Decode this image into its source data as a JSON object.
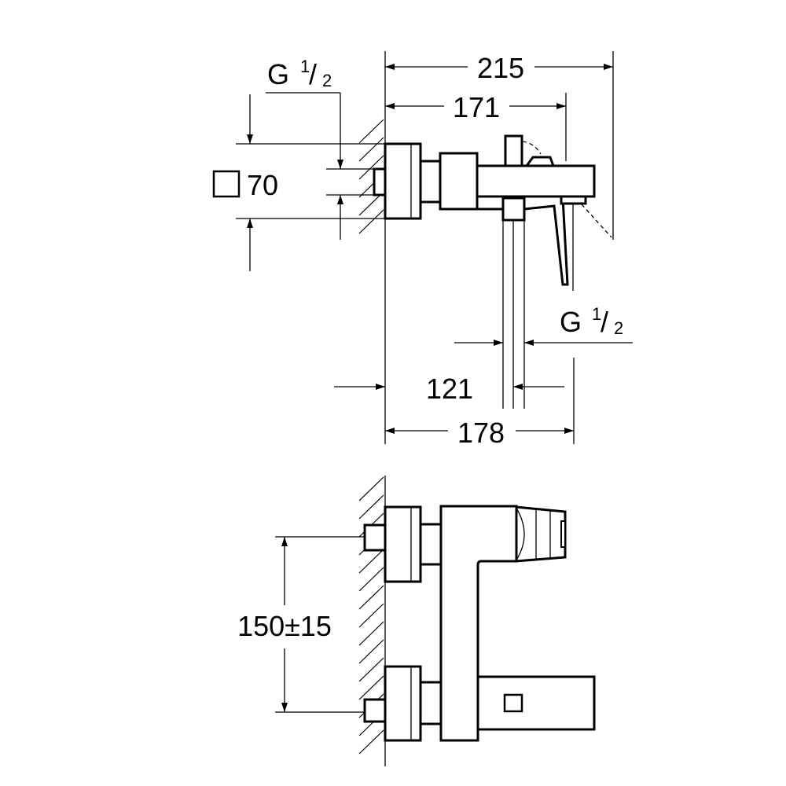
{
  "drawing": {
    "top_view": {
      "dim_overall_length": "215",
      "dim_spout_length": "171",
      "dim_outlet_offset": "121",
      "dim_depth": "178",
      "rosette_size": "70",
      "inlet_thread": {
        "letter": "G",
        "numerator": "1",
        "denominator": "2"
      },
      "outlet_thread": {
        "letter": "G",
        "numerator": "1",
        "denominator": "2"
      }
    },
    "front_view": {
      "dim_center_distance": "150±15"
    }
  }
}
